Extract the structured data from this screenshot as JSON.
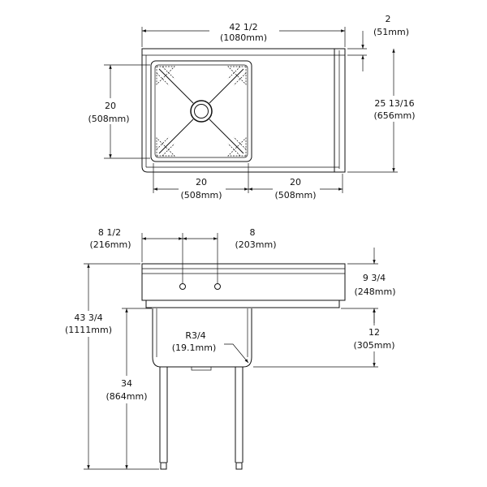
{
  "top_view": {
    "width_in": "42 1/2",
    "width_mm": "(1080mm)",
    "backsplash_in": "2",
    "backsplash_mm": "(51mm)",
    "bowl_depth_in": "20",
    "bowl_depth_mm": "(508mm)",
    "overall_depth_in": "25 13/16",
    "overall_depth_mm": "(656mm)",
    "bowl_width_in": "20",
    "bowl_width_mm": "(508mm)",
    "drainboard_width_in": "20",
    "drainboard_width_mm": "(508mm)"
  },
  "front_view": {
    "faucet_offset_in": "8 1/2",
    "faucet_offset_mm": "(216mm)",
    "faucet_spacing_in": "8",
    "faucet_spacing_mm": "(203mm)",
    "backsplash_height_in": "9 3/4",
    "backsplash_height_mm": "(248mm)",
    "bowl_height_in": "12",
    "bowl_height_mm": "(305mm)",
    "corner_radius_in": "R3/4",
    "corner_radius_mm": "(19.1mm)",
    "total_height_in": "43 3/4",
    "total_height_mm": "(1111mm)",
    "rim_height_in": "34",
    "rim_height_mm": "(864mm)"
  }
}
